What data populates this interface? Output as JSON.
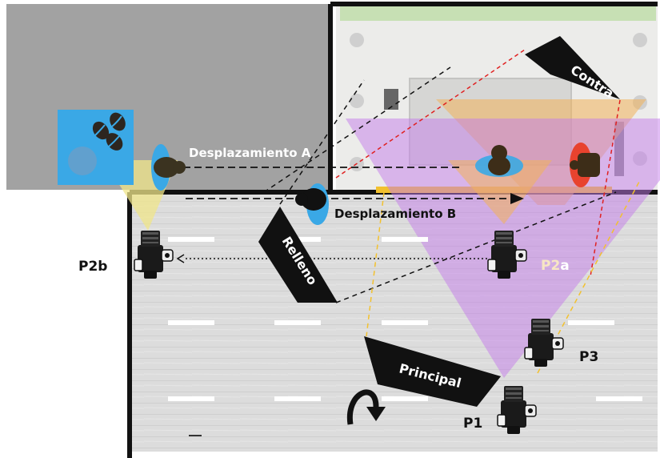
{
  "colors": {
    "grey_area": "#a2a2a2",
    "room_floor": "#ebebe9",
    "street": "#d9d9d9",
    "wall": "#111111",
    "sky_blue": "#3aa8e6",
    "purple_light": "#cf8ef0",
    "orange_light": "#f2b25a",
    "yellow_light": "#f0e68a",
    "red_line": "#e02020",
    "yellow_line": "#f2c12e",
    "green_strip": "#c7e0b4"
  },
  "labels": {
    "displacement_a": "Desplazamiento A",
    "displacement_b": "Desplazamiento B",
    "p2b": "P2b",
    "p2a_prefix": "P2",
    "p2a_suffix": "a",
    "p3": "P3",
    "p1": "P1"
  },
  "light_labels": {
    "contra": "Contra",
    "relleno": "Relleno",
    "principal": "Principal"
  },
  "icons": {
    "coffee": "coffee-beans-icon",
    "camera": "dslr-camera-icon",
    "rotation": "curved-arrow-icon",
    "person": "person-topdown-icon"
  }
}
